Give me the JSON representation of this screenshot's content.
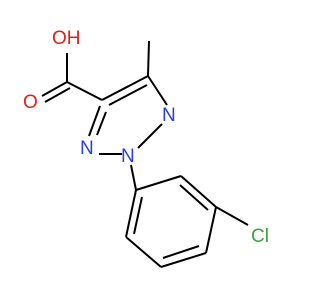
{
  "molecule": {
    "atoms": {
      "hydroxyl": {
        "label": "OH",
        "color": "#e0201b"
      },
      "carbonyl_oxygen": {
        "label": "O",
        "color": "#e0201b"
      },
      "nitrogen_left": {
        "label": "N",
        "color": "#2a3fd8"
      },
      "nitrogen_center": {
        "label": "N",
        "color": "#2a3fd8"
      },
      "nitrogen_right": {
        "label": "N",
        "color": "#2a3fd8"
      },
      "chlorine": {
        "label": "Cl",
        "color": "#39a43a"
      }
    },
    "bond_color": "#000000"
  }
}
